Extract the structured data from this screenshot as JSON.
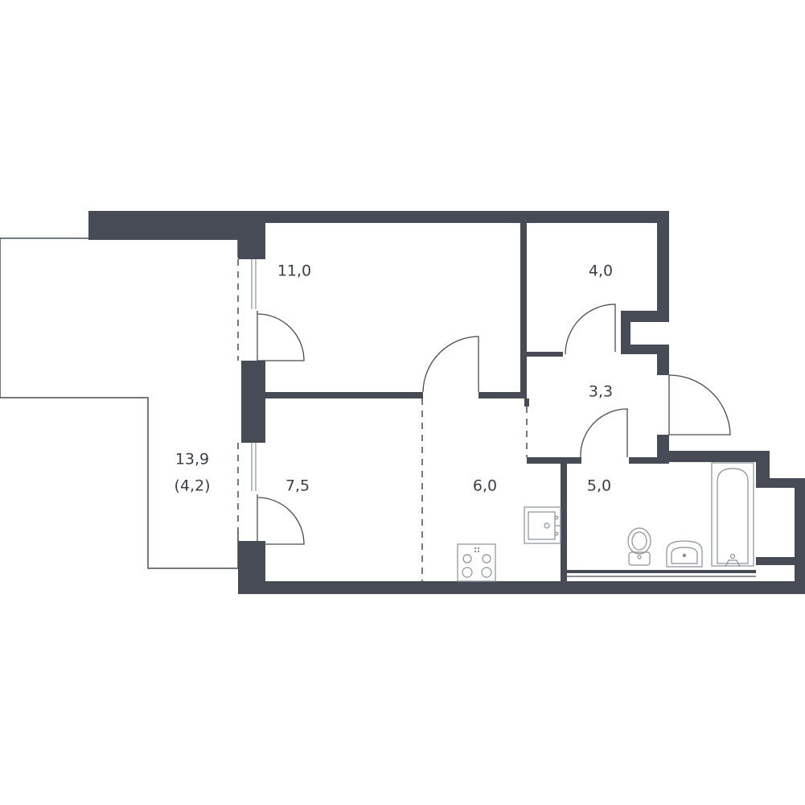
{
  "colors": {
    "wall": "#474b55",
    "line": "#474b55",
    "fixture": "#8a8f99",
    "label": "#3b3f48",
    "background": "#ffffff"
  },
  "rooms": [
    {
      "id": "room-1",
      "area": "11,0"
    },
    {
      "id": "room-2",
      "area": "4,0"
    },
    {
      "id": "hall",
      "area": "3,3"
    },
    {
      "id": "balcony",
      "area": "13,9",
      "sub": "(4,2)"
    },
    {
      "id": "room-3",
      "area": "7,5"
    },
    {
      "id": "kitchen",
      "area": "6,0"
    },
    {
      "id": "bathroom",
      "area": "5,0"
    }
  ],
  "fixtures": [
    "stove-icon",
    "sink-icon",
    "toilet-icon",
    "washbasin-icon",
    "bathtub-icon"
  ]
}
